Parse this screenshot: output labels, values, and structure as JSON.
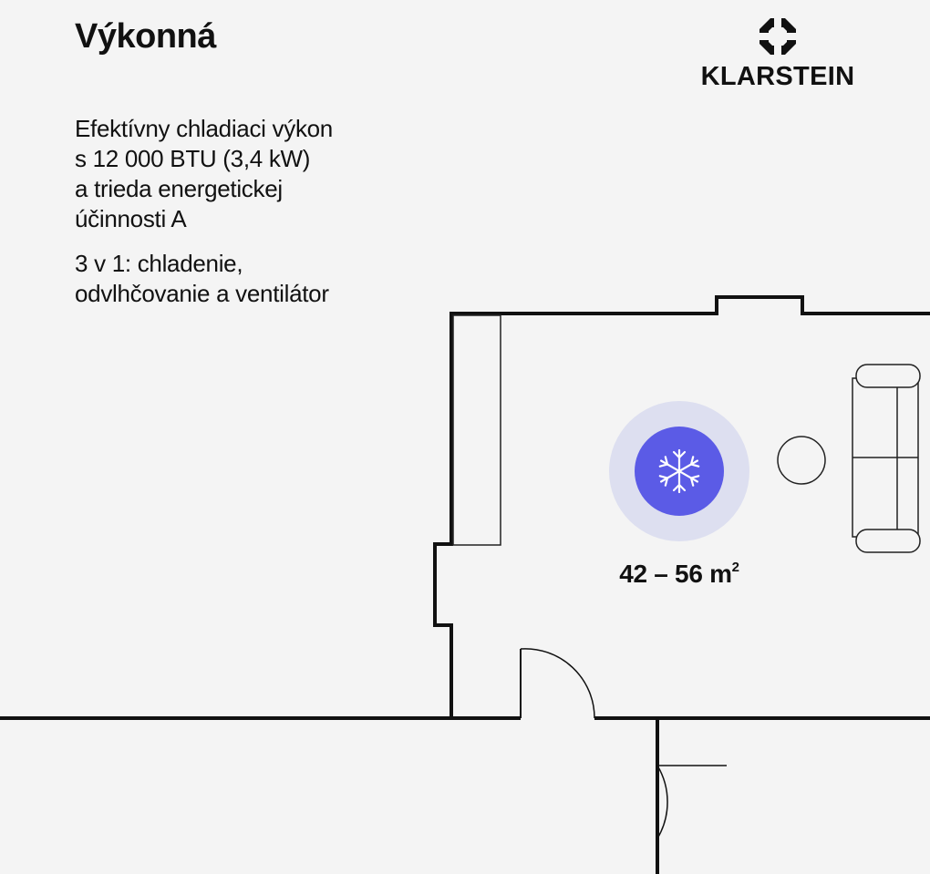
{
  "headline": "Výkonná",
  "brand": {
    "logo_icon": "klarstein-logo-icon",
    "name": "KLARSTEIN"
  },
  "features": [
    "Efektívny chladiaci výkon\ns 12 000 BTU (3,4 kW)\na trieda energetickej\núčinnosti A",
    "3 v 1: chladenie,\nodvlhčovanie a ventilátor"
  ],
  "floor_plan": {
    "unit_icon": "snowflake-icon",
    "area": {
      "range": "42 – 56 m",
      "unit_superscript": "2"
    },
    "colors": {
      "unit_fill": "#5b5be6",
      "unit_halo": "#dddff0",
      "walls": "#111111",
      "furniture": "#222222"
    }
  }
}
